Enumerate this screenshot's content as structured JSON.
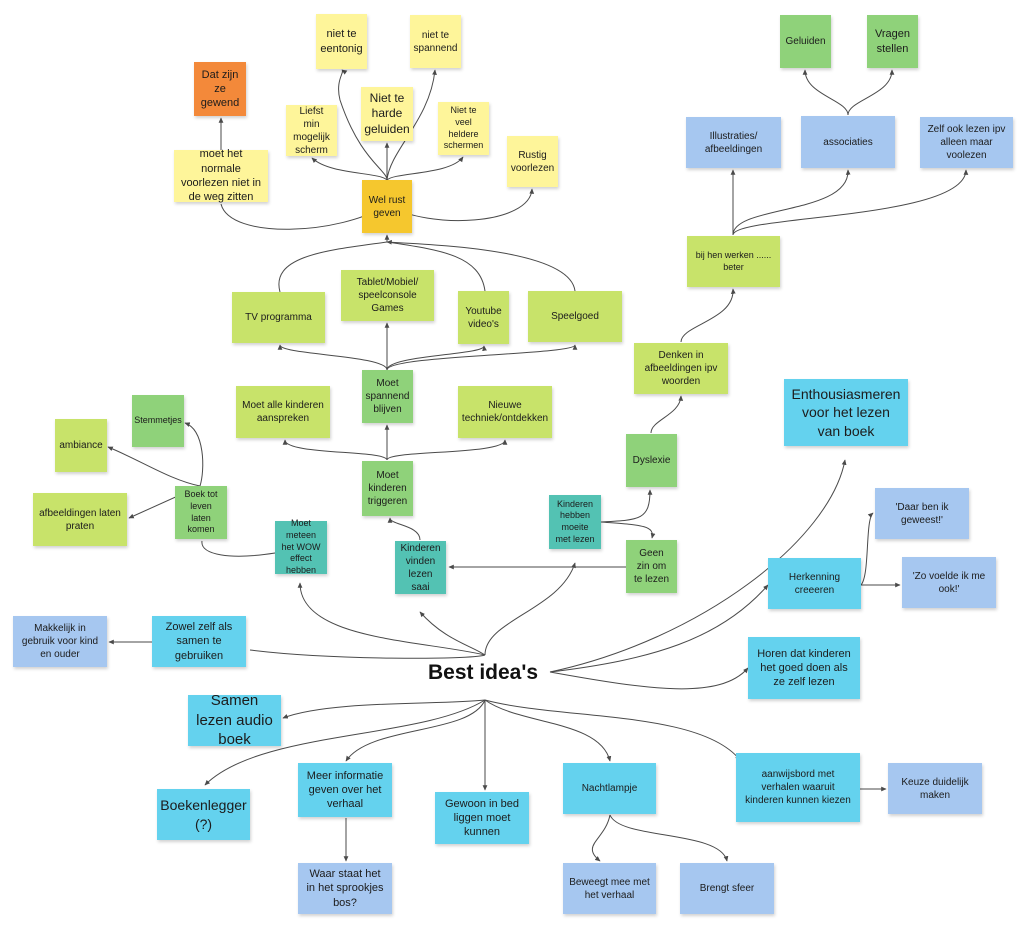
{
  "colors": {
    "yellow": "#fef59a",
    "gold": "#f5c72e",
    "orange": "#f3893a",
    "lime": "#c8e36a",
    "green": "#8fd27a",
    "teal": "#53c2b3",
    "cyan": "#64d2ee",
    "blue": "#a6c7f0",
    "line": "#4a4a4a"
  },
  "central": {
    "label": "Best idea's"
  },
  "notes": [
    {
      "id": "n1",
      "text": "niet te eentonig",
      "color": "yellow",
      "fs": 11
    },
    {
      "id": "n2",
      "text": "niet te spannend",
      "color": "yellow",
      "fs": 10
    },
    {
      "id": "n3",
      "text": "Dat zijn ze gewend",
      "color": "orange",
      "fs": 11
    },
    {
      "id": "n4",
      "text": "Niet te harde geluiden",
      "color": "yellow",
      "fs": 12
    },
    {
      "id": "n5",
      "text": "Liefst min mogelijk scherm",
      "color": "yellow",
      "fs": 10
    },
    {
      "id": "n6",
      "text": "Niet te veel heldere schermen",
      "color": "yellow",
      "fs": 9
    },
    {
      "id": "n7",
      "text": "moet het normale voorlezen niet in de weg zitten",
      "color": "yellow",
      "fs": 11
    },
    {
      "id": "n8",
      "text": "Rustig voorlezen",
      "color": "yellow",
      "fs": 10
    },
    {
      "id": "n9",
      "text": "Wel rust geven",
      "color": "gold",
      "fs": 10
    },
    {
      "id": "n10",
      "text": "Geluiden",
      "color": "green",
      "fs": 10
    },
    {
      "id": "n11",
      "text": "Vragen stellen",
      "color": "green",
      "fs": 11
    },
    {
      "id": "n12",
      "text": "Illustraties/ afbeeldingen",
      "color": "blue",
      "fs": 10
    },
    {
      "id": "n13",
      "text": "associaties",
      "color": "blue",
      "fs": 10
    },
    {
      "id": "n14",
      "text": "Zelf ook lezen ipv alleen maar voolezen",
      "color": "blue",
      "fs": 10
    },
    {
      "id": "n15",
      "text": "bij hen werken ...... beter",
      "color": "lime",
      "fs": 9
    },
    {
      "id": "n16",
      "text": "Tablet/Mobiel/ speelconsole Games",
      "color": "lime",
      "fs": 10
    },
    {
      "id": "n17",
      "text": "TV programma",
      "color": "lime",
      "fs": 10
    },
    {
      "id": "n18",
      "text": "Youtube video's",
      "color": "lime",
      "fs": 10
    },
    {
      "id": "n19",
      "text": "Speelgoed",
      "color": "lime",
      "fs": 10
    },
    {
      "id": "n20",
      "text": "Denken in afbeeldingen ipv woorden",
      "color": "lime",
      "fs": 10
    },
    {
      "id": "n21",
      "text": "Moet spannend blijven",
      "color": "green",
      "fs": 10
    },
    {
      "id": "n22",
      "text": "Moet alle kinderen aanspreken",
      "color": "lime",
      "fs": 10
    },
    {
      "id": "n23",
      "text": "Nieuwe techniek/ontdekken",
      "color": "lime",
      "fs": 10
    },
    {
      "id": "n24",
      "text": "Enthousiasmeren voor het lezen van boek",
      "color": "cyan",
      "fs": 14
    },
    {
      "id": "n25",
      "text": "Stemmetjes",
      "color": "green",
      "fs": 9
    },
    {
      "id": "n26",
      "text": "ambiance",
      "color": "lime",
      "fs": 10
    },
    {
      "id": "n27",
      "text": "Dyslexie",
      "color": "green",
      "fs": 10
    },
    {
      "id": "n28",
      "text": "Moet kinderen triggeren",
      "color": "green",
      "fs": 10
    },
    {
      "id": "n29",
      "text": "Boek tot leven laten komen",
      "color": "green",
      "fs": 9
    },
    {
      "id": "n30",
      "text": "afbeeldingen laten praten",
      "color": "lime",
      "fs": 10
    },
    {
      "id": "n31",
      "text": "Kinderen hebben moeite met lezen",
      "color": "teal",
      "fs": 9
    },
    {
      "id": "n32",
      "text": "Moet meteen het WOW effect hebben",
      "color": "teal",
      "fs": 9
    },
    {
      "id": "n33",
      "text": "'Daar ben ik geweest!'",
      "color": "blue",
      "fs": 10
    },
    {
      "id": "n34",
      "text": "Geen zin om te lezen",
      "color": "green",
      "fs": 10
    },
    {
      "id": "n35",
      "text": "Kinderen vinden lezen saai",
      "color": "teal",
      "fs": 10
    },
    {
      "id": "n36",
      "text": "Herkenning creeeren",
      "color": "cyan",
      "fs": 10
    },
    {
      "id": "n37",
      "text": "'Zo voelde ik me ook!'",
      "color": "blue",
      "fs": 10
    },
    {
      "id": "n38",
      "text": "Zowel zelf als samen te gebruiken",
      "color": "cyan",
      "fs": 11
    },
    {
      "id": "n39",
      "text": "Makkelijk in gebruik voor kind en ouder",
      "color": "blue",
      "fs": 10
    },
    {
      "id": "n40",
      "text": "Horen dat kinderen het goed doen als ze zelf lezen",
      "color": "cyan",
      "fs": 11
    },
    {
      "id": "n41",
      "text": "Samen lezen audio boek",
      "color": "cyan",
      "fs": 15
    },
    {
      "id": "n42",
      "text": "aanwijsbord met verhalen waaruit kinderen kunnen kiezen",
      "color": "cyan",
      "fs": 10
    },
    {
      "id": "n43",
      "text": "Meer informatie geven over het verhaal",
      "color": "cyan",
      "fs": 11
    },
    {
      "id": "n44",
      "text": "Nachtlampje",
      "color": "cyan",
      "fs": 10
    },
    {
      "id": "n45",
      "text": "Keuze duidelijk maken",
      "color": "blue",
      "fs": 10
    },
    {
      "id": "n46",
      "text": "Boekenlegger (?)",
      "color": "cyan",
      "fs": 14
    },
    {
      "id": "n47",
      "text": "Gewoon in bed liggen moet kunnen",
      "color": "cyan",
      "fs": 11
    },
    {
      "id": "n48",
      "text": "Waar staat het in het sprookjes bos?",
      "color": "blue",
      "fs": 11
    },
    {
      "id": "n49",
      "text": "Beweegt mee met het verhaal",
      "color": "blue",
      "fs": 10
    },
    {
      "id": "n50",
      "text": "Brengt sfeer",
      "color": "blue",
      "fs": 10
    }
  ]
}
